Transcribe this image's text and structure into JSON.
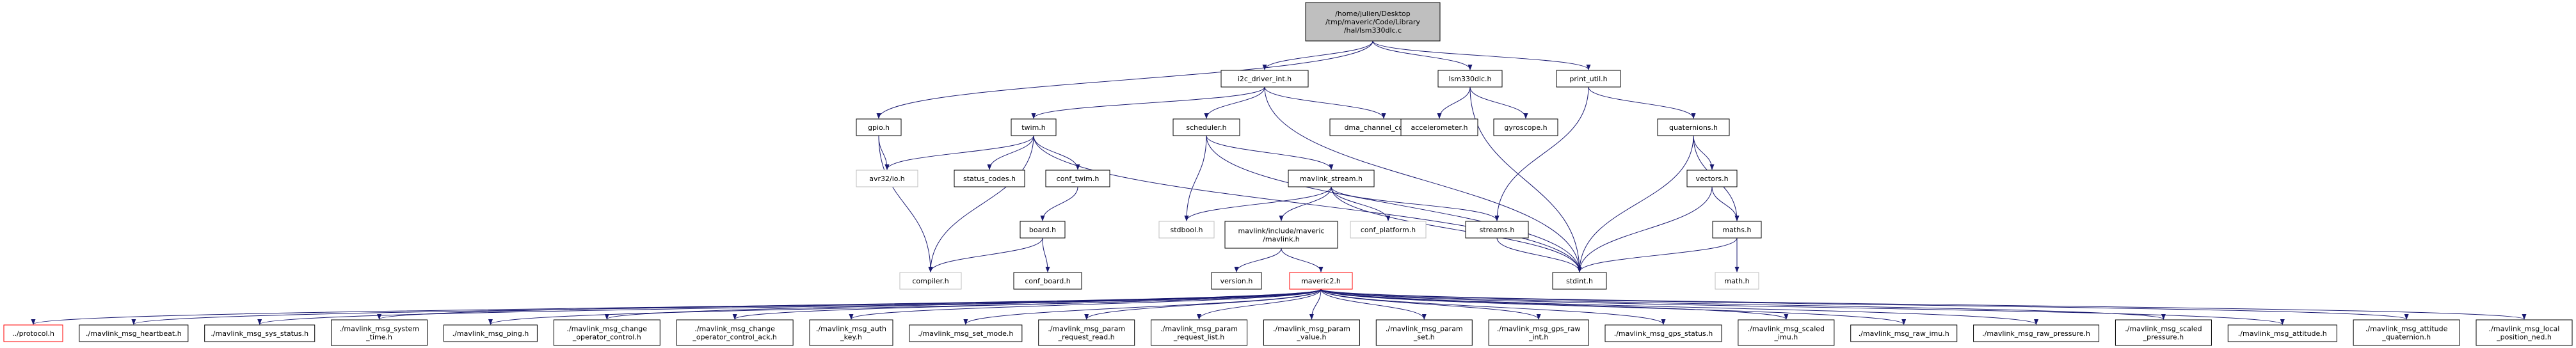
{
  "graph": {
    "colors": {
      "edge": "#191970",
      "node_border": "#000000",
      "node_gray_border": "#bfbfbf",
      "root_fill": "#bfbfbf",
      "missing_border": "#ff0000",
      "fill": "#ffffff"
    },
    "nodes": [
      {
        "id": "root",
        "lines": [
          "/home/julien/Desktop",
          "/tmp/maveric/Code/Library",
          "/hal/lsm330dlc.c"
        ],
        "style": "root"
      },
      {
        "id": "gpio",
        "lines": [
          "gpio.h"
        ],
        "style": "normal"
      },
      {
        "id": "i2c",
        "lines": [
          "i2c_driver_int.h"
        ],
        "style": "normal"
      },
      {
        "id": "lsm",
        "lines": [
          "lsm330dlc.h"
        ],
        "style": "normal"
      },
      {
        "id": "print",
        "lines": [
          "print_util.h"
        ],
        "style": "normal"
      },
      {
        "id": "avr32io",
        "lines": [
          "avr32/io.h"
        ],
        "style": "gray"
      },
      {
        "id": "twim",
        "lines": [
          "twim.h"
        ],
        "style": "normal"
      },
      {
        "id": "scheduler",
        "lines": [
          "scheduler.h"
        ],
        "style": "normal"
      },
      {
        "id": "dma",
        "lines": [
          "dma_channel_config.h"
        ],
        "style": "normal"
      },
      {
        "id": "accel",
        "lines": [
          "accelerometer.h"
        ],
        "style": "normal"
      },
      {
        "id": "gyro",
        "lines": [
          "gyroscope.h"
        ],
        "style": "normal"
      },
      {
        "id": "quat",
        "lines": [
          "quaternions.h"
        ],
        "style": "normal"
      },
      {
        "id": "status",
        "lines": [
          "status_codes.h"
        ],
        "style": "normal"
      },
      {
        "id": "conftwim",
        "lines": [
          "conf_twim.h"
        ],
        "style": "normal"
      },
      {
        "id": "mavstream",
        "lines": [
          "mavlink_stream.h"
        ],
        "style": "normal"
      },
      {
        "id": "vectors",
        "lines": [
          "vectors.h"
        ],
        "style": "normal"
      },
      {
        "id": "board",
        "lines": [
          "board.h"
        ],
        "style": "normal"
      },
      {
        "id": "stdbool",
        "lines": [
          "stdbool.h"
        ],
        "style": "gray"
      },
      {
        "id": "mavinc",
        "lines": [
          "mavlink/include/maveric",
          "/mavlink.h"
        ],
        "style": "normal"
      },
      {
        "id": "confplat",
        "lines": [
          "conf_platform.h"
        ],
        "style": "gray"
      },
      {
        "id": "streams",
        "lines": [
          "streams.h"
        ],
        "style": "normal"
      },
      {
        "id": "maths",
        "lines": [
          "maths.h"
        ],
        "style": "normal"
      },
      {
        "id": "compiler",
        "lines": [
          "compiler.h"
        ],
        "style": "gray"
      },
      {
        "id": "confboard",
        "lines": [
          "conf_board.h"
        ],
        "style": "normal"
      },
      {
        "id": "version",
        "lines": [
          "version.h"
        ],
        "style": "normal"
      },
      {
        "id": "maveric",
        "lines": [
          "maveric2.h"
        ],
        "style": "missing"
      },
      {
        "id": "stdint",
        "lines": [
          "stdint.h"
        ],
        "style": "normal"
      },
      {
        "id": "math",
        "lines": [
          "math.h"
        ],
        "style": "gray"
      },
      {
        "id": "protocol",
        "lines": [
          "../protocol.h"
        ],
        "style": "missing"
      },
      {
        "id": "heartbeat",
        "lines": [
          "./mavlink_msg_heartbeat.h"
        ],
        "style": "normal"
      },
      {
        "id": "sysstatus",
        "lines": [
          "./mavlink_msg_sys_status.h"
        ],
        "style": "normal"
      },
      {
        "id": "systime",
        "lines": [
          "./mavlink_msg_system",
          "_time.h"
        ],
        "style": "normal"
      },
      {
        "id": "ping",
        "lines": [
          "./mavlink_msg_ping.h"
        ],
        "style": "normal"
      },
      {
        "id": "changeop",
        "lines": [
          "./mavlink_msg_change",
          "_operator_control.h"
        ],
        "style": "normal"
      },
      {
        "id": "changeopack",
        "lines": [
          "./mavlink_msg_change",
          "_operator_control_ack.h"
        ],
        "style": "normal"
      },
      {
        "id": "authkey",
        "lines": [
          "./mavlink_msg_auth",
          "_key.h"
        ],
        "style": "normal"
      },
      {
        "id": "setmode",
        "lines": [
          "./mavlink_msg_set_mode.h"
        ],
        "style": "normal"
      },
      {
        "id": "paramreqread",
        "lines": [
          "./mavlink_msg_param",
          "_request_read.h"
        ],
        "style": "normal"
      },
      {
        "id": "paramreqlist",
        "lines": [
          "./mavlink_msg_param",
          "_request_list.h"
        ],
        "style": "normal"
      },
      {
        "id": "paramvalue",
        "lines": [
          "./mavlink_msg_param",
          "_value.h"
        ],
        "style": "normal"
      },
      {
        "id": "paramset",
        "lines": [
          "./mavlink_msg_param",
          "_set.h"
        ],
        "style": "normal"
      },
      {
        "id": "gpsrawint",
        "lines": [
          "./mavlink_msg_gps_raw",
          "_int.h"
        ],
        "style": "normal"
      },
      {
        "id": "gpsstatus",
        "lines": [
          "./mavlink_msg_gps_status.h"
        ],
        "style": "normal"
      },
      {
        "id": "scaledimu",
        "lines": [
          "./mavlink_msg_scaled",
          "_imu.h"
        ],
        "style": "normal"
      },
      {
        "id": "rawimu",
        "lines": [
          "./mavlink_msg_raw_imu.h"
        ],
        "style": "normal"
      },
      {
        "id": "rawpressure",
        "lines": [
          "./mavlink_msg_raw_pressure.h"
        ],
        "style": "normal"
      },
      {
        "id": "scaledpressure",
        "lines": [
          "./mavlink_msg_scaled",
          "_pressure.h"
        ],
        "style": "normal"
      },
      {
        "id": "attitude",
        "lines": [
          "./mavlink_msg_attitude.h"
        ],
        "style": "normal"
      },
      {
        "id": "attquat",
        "lines": [
          "./mavlink_msg_attitude",
          "_quaternion.h"
        ],
        "style": "normal"
      },
      {
        "id": "localpos",
        "lines": [
          "./mavlink_msg_local",
          "_position_ned.h"
        ],
        "style": "normal"
      }
    ],
    "edges": [
      [
        "root",
        "gpio"
      ],
      [
        "root",
        "i2c"
      ],
      [
        "root",
        "lsm"
      ],
      [
        "root",
        "print"
      ],
      [
        "gpio",
        "avr32io"
      ],
      [
        "gpio",
        "compiler"
      ],
      [
        "i2c",
        "twim"
      ],
      [
        "i2c",
        "scheduler"
      ],
      [
        "i2c",
        "dma"
      ],
      [
        "i2c",
        "stdint"
      ],
      [
        "lsm",
        "accel"
      ],
      [
        "lsm",
        "gyro"
      ],
      [
        "lsm",
        "stdint"
      ],
      [
        "print",
        "quat"
      ],
      [
        "print",
        "streams"
      ],
      [
        "twim",
        "avr32io"
      ],
      [
        "twim",
        "status"
      ],
      [
        "twim",
        "conftwim"
      ],
      [
        "twim",
        "compiler"
      ],
      [
        "twim",
        "stdint"
      ],
      [
        "conftwim",
        "board"
      ],
      [
        "board",
        "compiler"
      ],
      [
        "board",
        "confboard"
      ],
      [
        "scheduler",
        "stdbool"
      ],
      [
        "scheduler",
        "mavstream"
      ],
      [
        "scheduler",
        "stdint"
      ],
      [
        "mavstream",
        "stdbool"
      ],
      [
        "mavstream",
        "mavinc"
      ],
      [
        "mavstream",
        "confplat"
      ],
      [
        "mavstream",
        "streams"
      ],
      [
        "mavstream",
        "stdint"
      ],
      [
        "mavinc",
        "version"
      ],
      [
        "mavinc",
        "maveric"
      ],
      [
        "streams",
        "stdint"
      ],
      [
        "quat",
        "vectors"
      ],
      [
        "quat",
        "maths"
      ],
      [
        "quat",
        "stdint"
      ],
      [
        "vectors",
        "maths"
      ],
      [
        "vectors",
        "stdint"
      ],
      [
        "maths",
        "stdint"
      ],
      [
        "maths",
        "math"
      ],
      [
        "maveric",
        "protocol"
      ],
      [
        "maveric",
        "heartbeat"
      ],
      [
        "maveric",
        "sysstatus"
      ],
      [
        "maveric",
        "systime"
      ],
      [
        "maveric",
        "ping"
      ],
      [
        "maveric",
        "changeop"
      ],
      [
        "maveric",
        "changeopack"
      ],
      [
        "maveric",
        "authkey"
      ],
      [
        "maveric",
        "setmode"
      ],
      [
        "maveric",
        "paramreqread"
      ],
      [
        "maveric",
        "paramreqlist"
      ],
      [
        "maveric",
        "paramvalue"
      ],
      [
        "maveric",
        "paramset"
      ],
      [
        "maveric",
        "gpsrawint"
      ],
      [
        "maveric",
        "gpsstatus"
      ],
      [
        "maveric",
        "scaledimu"
      ],
      [
        "maveric",
        "rawimu"
      ],
      [
        "maveric",
        "rawpressure"
      ],
      [
        "maveric",
        "scaledpressure"
      ],
      [
        "maveric",
        "attitude"
      ],
      [
        "maveric",
        "attquat"
      ],
      [
        "maveric",
        "localpos"
      ]
    ]
  }
}
